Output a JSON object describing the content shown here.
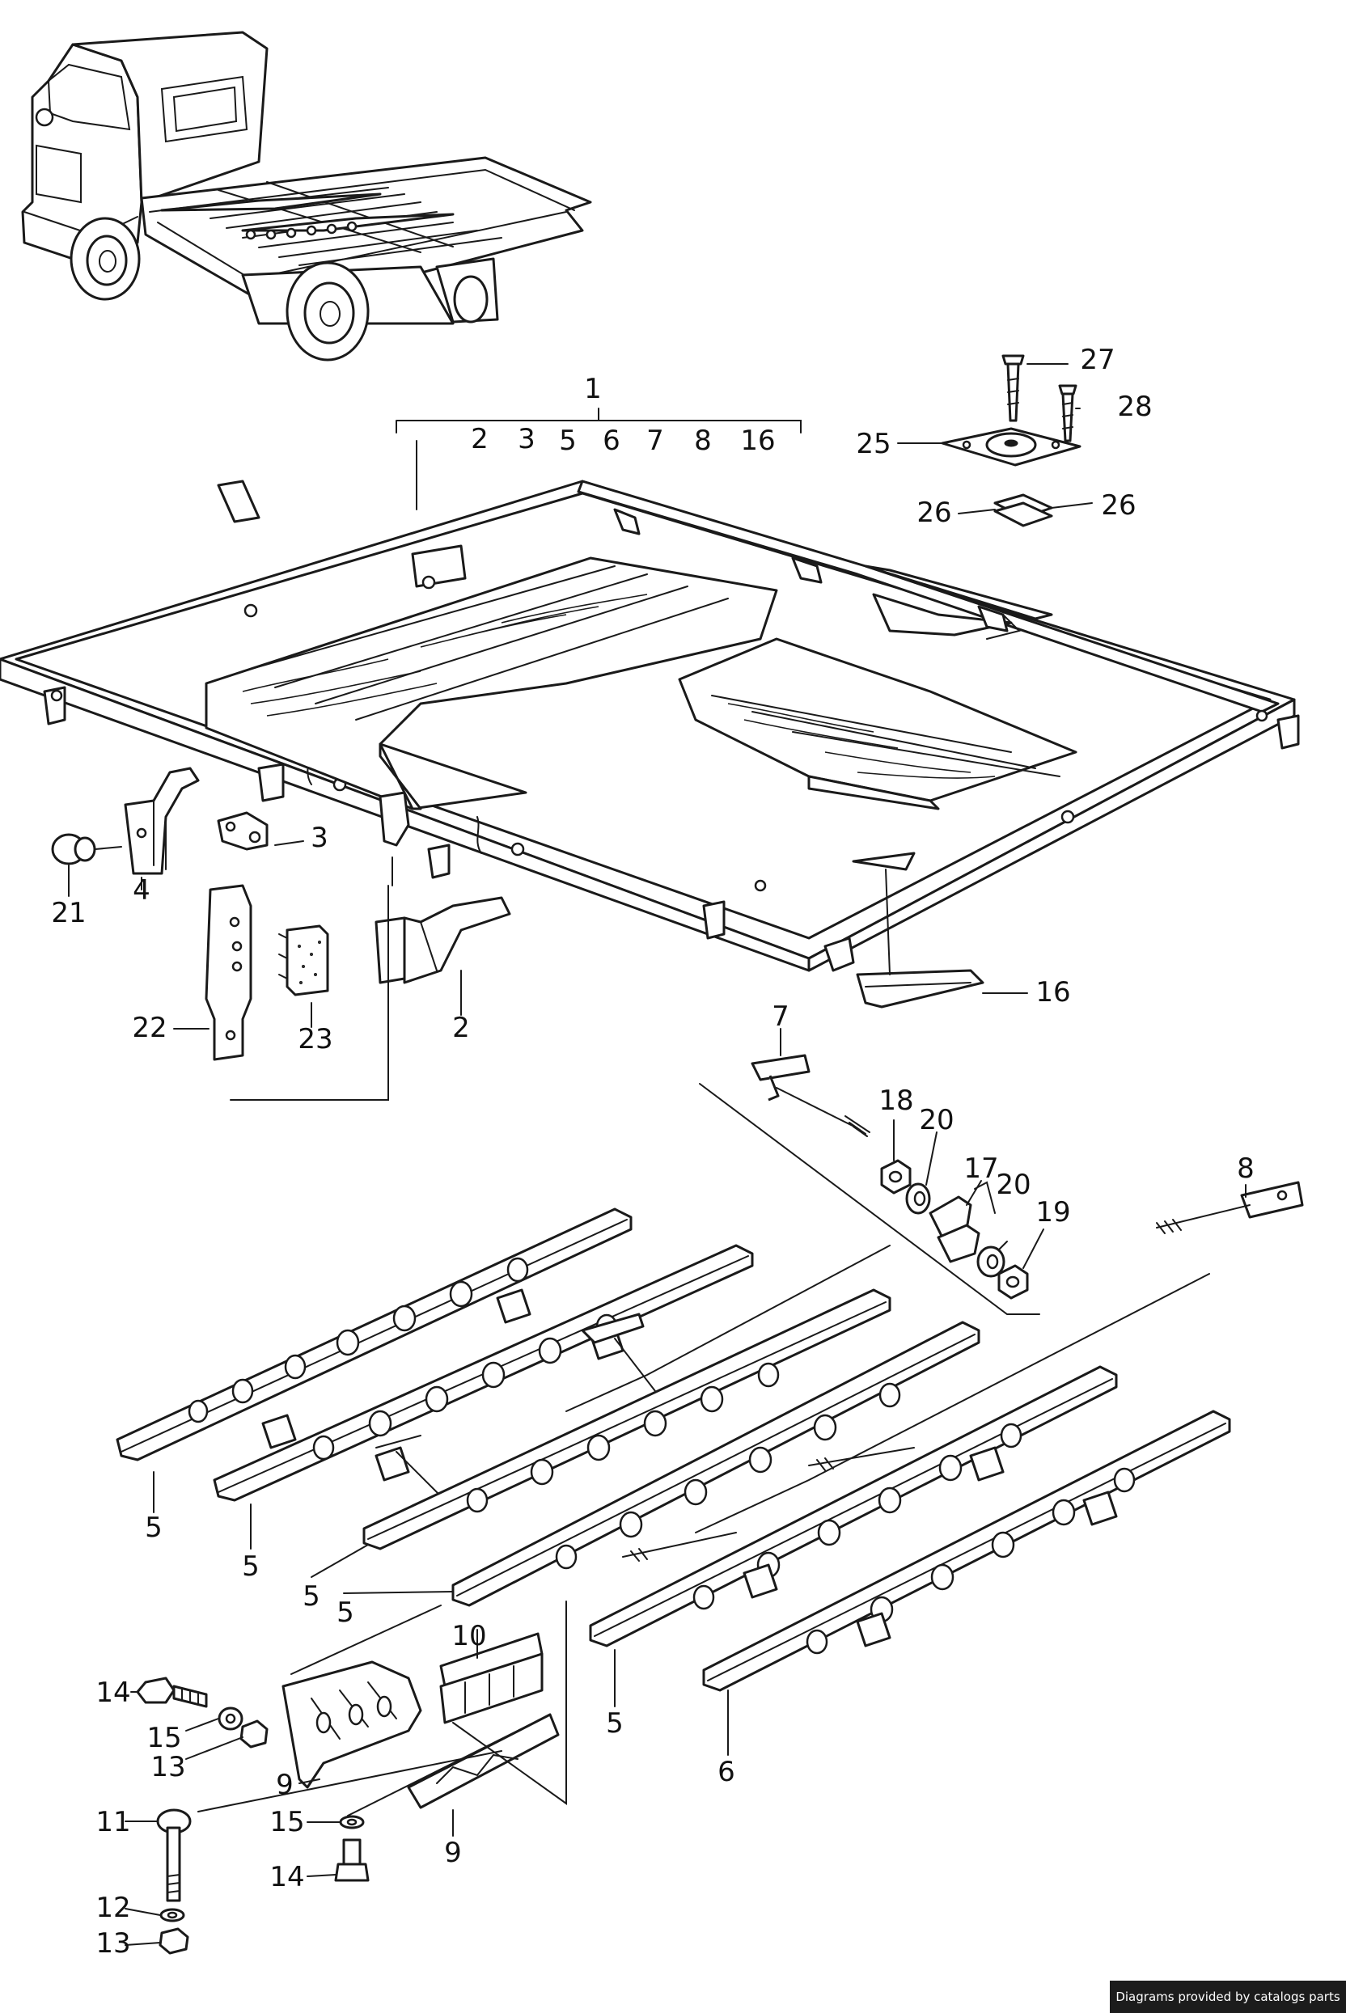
{
  "callouts": [
    {
      "id": "c1",
      "label": "1"
    },
    {
      "id": "c1-2",
      "label": "2"
    },
    {
      "id": "c1-3",
      "label": "3"
    },
    {
      "id": "c1-5",
      "label": "5"
    },
    {
      "id": "c1-6",
      "label": "6"
    },
    {
      "id": "c1-7",
      "label": "7"
    },
    {
      "id": "c1-8",
      "label": "8"
    },
    {
      "id": "c1-16",
      "label": "16"
    },
    {
      "id": "c27",
      "label": "27"
    },
    {
      "id": "c28",
      "label": "28"
    },
    {
      "id": "c25",
      "label": "25"
    },
    {
      "id": "c26a",
      "label": "26"
    },
    {
      "id": "c26b",
      "label": "26"
    },
    {
      "id": "c3",
      "label": "3"
    },
    {
      "id": "c4",
      "label": "4"
    },
    {
      "id": "c21",
      "label": "21"
    },
    {
      "id": "c22",
      "label": "22"
    },
    {
      "id": "c23",
      "label": "23"
    },
    {
      "id": "c2",
      "label": "2"
    },
    {
      "id": "c16",
      "label": "16"
    },
    {
      "id": "c7",
      "label": "7"
    },
    {
      "id": "c18",
      "label": "18"
    },
    {
      "id": "c20a",
      "label": "20"
    },
    {
      "id": "c17",
      "label": "17"
    },
    {
      "id": "c20b",
      "label": "20"
    },
    {
      "id": "c19",
      "label": "19"
    },
    {
      "id": "c8",
      "label": "8"
    },
    {
      "id": "c5a",
      "label": "5"
    },
    {
      "id": "c5b",
      "label": "5"
    },
    {
      "id": "c5c",
      "label": "5"
    },
    {
      "id": "c5d",
      "label": "5"
    },
    {
      "id": "c5e",
      "label": "5"
    },
    {
      "id": "c6",
      "label": "6"
    },
    {
      "id": "c10",
      "label": "10"
    },
    {
      "id": "c14a",
      "label": "14"
    },
    {
      "id": "c15a",
      "label": "15"
    },
    {
      "id": "c13a",
      "label": "13"
    },
    {
      "id": "c9a",
      "label": "9"
    },
    {
      "id": "c11",
      "label": "11"
    },
    {
      "id": "c15b",
      "label": "15"
    },
    {
      "id": "c12",
      "label": "12"
    },
    {
      "id": "c14b",
      "label": "14"
    },
    {
      "id": "c13b",
      "label": "13"
    },
    {
      "id": "c9b",
      "label": "9"
    }
  ],
  "footer_text": "Diagrams provided by catalogs parts"
}
